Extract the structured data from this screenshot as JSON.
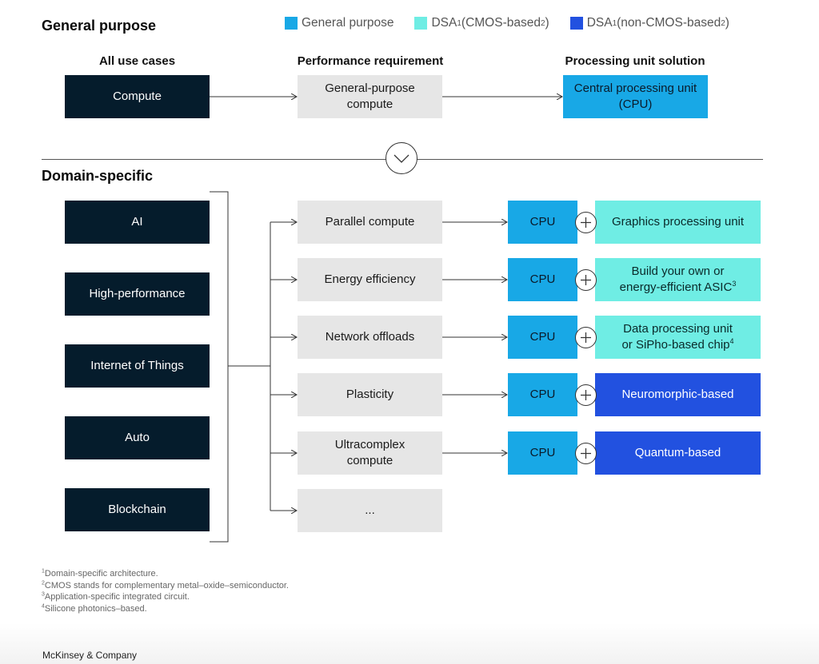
{
  "titles": {
    "general": "General purpose",
    "domain": "Domain-specific"
  },
  "legend": [
    {
      "label": "General purpose",
      "sup": "",
      "rest": "",
      "rest_sup": "",
      "rest_end": "",
      "color": "#18a8e6"
    },
    {
      "label": "DSA",
      "sup": "1",
      "rest": " (CMOS-based",
      "rest_sup": "2",
      "rest_end": ")",
      "color": "#6fede4"
    },
    {
      "label": "DSA",
      "sup": "1",
      "rest": " (non-CMOS-based",
      "rest_sup": "2",
      "rest_end": ")",
      "color": "#2251e0"
    }
  ],
  "columns": {
    "use_cases": "All use cases",
    "performance": "Performance requirement",
    "solution": "Processing unit solution"
  },
  "general_row": {
    "use_case": "Compute",
    "requirement_line1": "General-purpose",
    "requirement_line2": "compute",
    "solution_line1": "Central processing unit",
    "solution_line2": "(CPU)"
  },
  "use_cases": [
    "AI",
    "High-performance",
    "Internet of Things",
    "Auto",
    "Blockchain"
  ],
  "requirements": [
    {
      "line1": "Parallel compute",
      "line2": ""
    },
    {
      "line1": "Energy efficiency",
      "line2": ""
    },
    {
      "line1": "Network offloads",
      "line2": ""
    },
    {
      "line1": "Plasticity",
      "line2": ""
    },
    {
      "line1": "Ultracomplex",
      "line2": "compute"
    },
    {
      "line1": "...",
      "line2": ""
    }
  ],
  "cpu_label": "CPU",
  "solutions": [
    {
      "line1": "Graphics processing unit",
      "line2": "",
      "sup": ""
    },
    {
      "line1": "Build your own or",
      "line2": "energy-efficient ASIC",
      "sup": "3"
    },
    {
      "line1": "Data processing unit",
      "line2": "or SiPho-based chip",
      "sup": "4"
    },
    {
      "line1": "Neuromorphic-based",
      "line2": "",
      "sup": ""
    },
    {
      "line1": "Quantum-based",
      "line2": "",
      "sup": ""
    }
  ],
  "footnotes": [
    {
      "num": "1",
      "text": "Domain-specific architecture."
    },
    {
      "num": "2",
      "text": "CMOS stands for complementary metal–oxide–semiconductor."
    },
    {
      "num": "3",
      "text": "Application-specific integrated circuit."
    },
    {
      "num": "4",
      "text": "Silicone photonics–based."
    }
  ],
  "brand": "McKinsey & Company",
  "colors": {
    "dark": "#051c2c",
    "gray": "#e6e6e6",
    "general_blue": "#18a8e6",
    "teal": "#6fede4",
    "navy": "#2251e0"
  },
  "icons": [
    "chevron-down-icon",
    "plus-icon"
  ]
}
